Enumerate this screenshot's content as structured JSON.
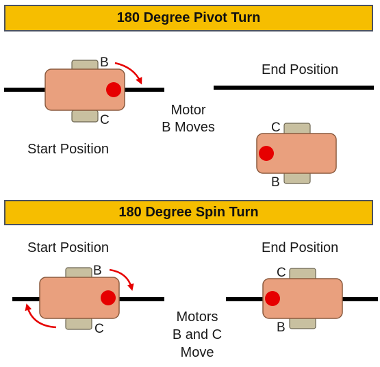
{
  "pivot": {
    "title": "180 Degree Pivot Turn",
    "start_label": "Start Position",
    "end_label": "End Position",
    "motor_note_line1": "Motor",
    "motor_note_line2": "B Moves"
  },
  "spin": {
    "title": "180 Degree Spin Turn",
    "start_label": "Start Position",
    "end_label": "End Position",
    "motor_note_line1": "Motors",
    "motor_note_line2": "B and C",
    "motor_note_line3": "Move"
  },
  "wheel_labels": {
    "b": "B",
    "c": "C"
  },
  "colors": {
    "banner": "#f6be00",
    "banner_border": "#4a5160",
    "robot_body": "#e9a07e",
    "robot_outline": "#8a5a3e",
    "wheel": "#c8c0a0",
    "wheel_outline": "#6a6450",
    "marker": "#e60000",
    "arrow": "#e60000",
    "track": "#000000"
  }
}
